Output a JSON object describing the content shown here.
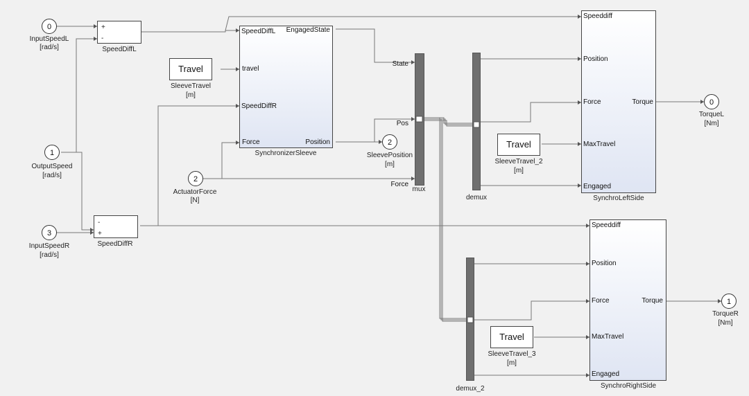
{
  "ports": {
    "input_speed_l": {
      "num": "0",
      "name": "InputSpeedL",
      "unit": "[rad/s]"
    },
    "output_speed": {
      "num": "1",
      "name": "OutputSpeed",
      "unit": "[rad/s]"
    },
    "input_speed_r": {
      "num": "3",
      "name": "InputSpeedR",
      "unit": "[rad/s]"
    },
    "actuator_force": {
      "num": "2",
      "name": "ActuatorForce",
      "unit": "[N]"
    },
    "sleeve_position": {
      "num": "2",
      "name": "SleevePosition",
      "unit": "[m]"
    },
    "torque_l": {
      "num": "0",
      "name": "TorqueL",
      "unit": "[Nm]"
    },
    "torque_r": {
      "num": "1",
      "name": "TorqueR",
      "unit": "[Nm]"
    }
  },
  "blocks": {
    "speed_diff_l": {
      "name": "SpeedDiffL",
      "sign_top": "+",
      "sign_bottom": "-"
    },
    "speed_diff_r": {
      "name": "SpeedDiffR",
      "sign_top": "-",
      "sign_bottom": "+"
    },
    "sleeve_travel": {
      "text": "Travel",
      "name": "SleeveTravel",
      "unit": "[m]"
    },
    "sleeve_travel_2": {
      "text": "Travel",
      "name": "SleeveTravel_2",
      "unit": "[m]"
    },
    "sleeve_travel_3": {
      "text": "Travel",
      "name": "SleeveTravel_3",
      "unit": "[m]"
    },
    "synchronizer_sleeve": {
      "name": "SynchronizerSleeve",
      "in_speed_diff_l": "SpeedDiffL",
      "in_travel": "travel",
      "in_speed_diff_r": "SpeedDiffR",
      "in_force": "Force",
      "out_engaged_state": "EngagedState",
      "out_position": "Position"
    },
    "mux": {
      "name": "mux",
      "in_state": "State",
      "in_pos": "Pos",
      "in_force": "Force"
    },
    "demux": {
      "name": "demux"
    },
    "demux_2": {
      "name": "demux_2"
    },
    "synchro_left": {
      "name": "SynchroLeftSide",
      "in_speeddiff": "Speeddiff",
      "in_position": "Position",
      "in_force": "Force",
      "in_maxtravel": "MaxTravel",
      "in_engaged": "Engaged",
      "out_torque": "Torque"
    },
    "synchro_right": {
      "name": "SynchroRightSide",
      "in_speeddiff": "Speeddiff",
      "in_position": "Position",
      "in_force": "Force",
      "in_maxtravel": "MaxTravel",
      "in_engaged": "Engaged",
      "out_torque": "Torque"
    }
  },
  "colors": {
    "line": "#777777",
    "bar": "#6f6f6f",
    "block_border": "#444444"
  }
}
